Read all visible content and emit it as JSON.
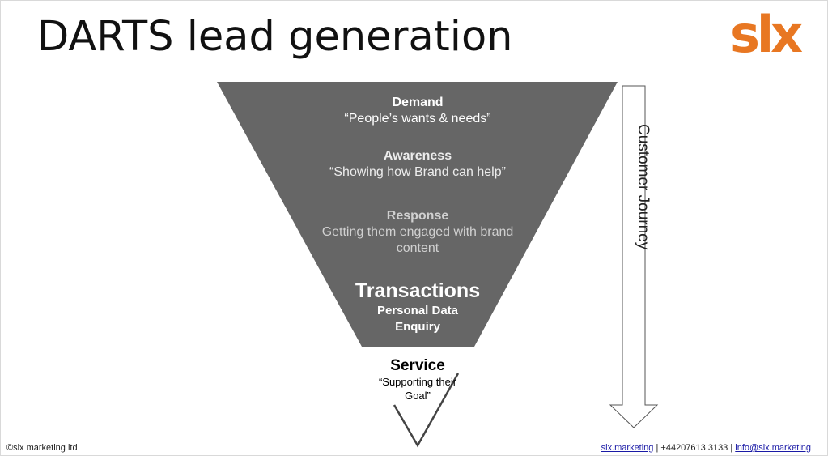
{
  "slide": {
    "title": "DARTS lead generation",
    "logo_text": "slx",
    "accent_color": "#e87722"
  },
  "funnel": {
    "fill_color": "#666666",
    "stages": [
      {
        "heading": "Demand",
        "text": "“People’s wants & needs”"
      },
      {
        "heading": "Awareness",
        "text": "“Showing how Brand can help”"
      },
      {
        "heading": "Response",
        "text": "Getting them engaged with brand content"
      },
      {
        "heading": "Transactions",
        "lines": [
          "Personal Data",
          "Enquiry"
        ]
      },
      {
        "heading": "Service",
        "text": "“Supporting their Goal”"
      }
    ]
  },
  "journey_arrow": {
    "label": "Customer Journey"
  },
  "footer": {
    "copyright": "©slx marketing ltd",
    "website": "slx.marketing",
    "separator": " | ",
    "phone": "+44207613 3133",
    "email": "info@slx.marketing"
  }
}
